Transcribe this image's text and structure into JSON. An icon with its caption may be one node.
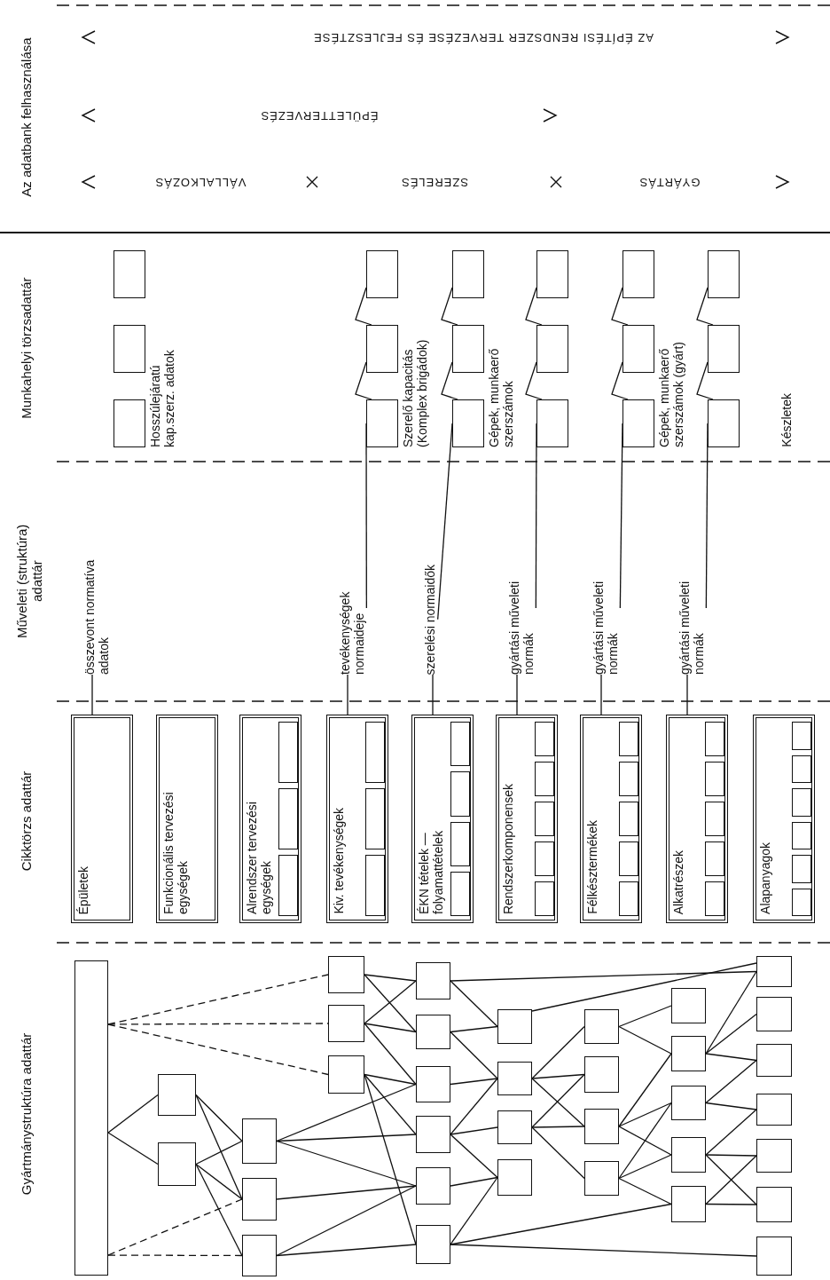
{
  "diagram": {
    "nodes": [
      {
        "text": [],
        "shape": "box"
      },
      {
        "text": [],
        "shape": "box"
      },
      {
        "text": [],
        "shape": "box"
      },
      {
        "text": [],
        "shape": "box"
      },
      {
        "text": [],
        "shape": "box"
      },
      {
        "text": [],
        "shape": "box"
      },
      {
        "text": [],
        "shape": "box"
      },
      {
        "text": [],
        "shape": "box"
      },
      {
        "text": [],
        "shape": "box"
      },
      {
        "text": [],
        "shape": "box"
      },
      {
        "text": [],
        "shape": "box"
      },
      {
        "text": [],
        "shape": "box"
      },
      {
        "text": [],
        "shape": "box"
      },
      {
        "text": [],
        "shape": "box"
      },
      {
        "text": [],
        "shape": "box"
      },
      {
        "text": [],
        "shape": "box"
      },
      {
        "text": [],
        "shape": "box"
      },
      {
        "text": [],
        "shape": "box"
      },
      {
        "text": [],
        "shape": "box"
      },
      {
        "text": [],
        "shape": "box"
      },
      {
        "text": [],
        "shape": "box"
      },
      {
        "text": [],
        "shape": "box"
      },
      {
        "text": [],
        "shape": "box"
      },
      {
        "text": [],
        "shape": "box"
      },
      {
        "text": [],
        "shape": "box"
      },
      {
        "text": [],
        "shape": "box"
      },
      {
        "text": [],
        "shape": "box"
      },
      {
        "text": [],
        "shape": "box"
      },
      {
        "text": [],
        "shape": "box"
      },
      {
        "text": [],
        "shape": "box"
      },
      {
        "text": [],
        "shape": "box"
      },
      {
        "text": [],
        "shape": "box"
      },
      {
        "text": [],
        "shape": "box"
      },
      {
        "text": [],
        "shape": "box"
      },
      {
        "text": [],
        "shape": "box"
      },
      {
        "text": [
          "Épületek"
        ]
      },
      {
        "text": [
          "Funkcionális tervezési egységek"
        ]
      },
      {
        "text": [
          "Alrendszer tervezési egységek"
        ]
      },
      {
        "text": [],
        "shape": "box",
        "in": 37
      },
      {
        "text": [],
        "shape": "box",
        "in": 37
      },
      {
        "text": [],
        "shape": "box",
        "in": 37
      },
      {
        "text": [
          "Kiv. tevékenységek"
        ]
      },
      {
        "text": [],
        "shape": "box",
        "in": 41
      },
      {
        "text": [],
        "shape": "box",
        "in": 41
      },
      {
        "text": [],
        "shape": "box",
        "in": 41
      },
      {
        "text": [
          "ÉKN tételek — folyamattételek"
        ]
      },
      {
        "text": [],
        "shape": "box",
        "in": 45
      },
      {
        "text": [],
        "shape": "box",
        "in": 45
      },
      {
        "text": [],
        "shape": "box",
        "in": 45
      },
      {
        "text": [],
        "shape": "box",
        "in": 45
      },
      {
        "text": [
          "Rendszerkomponensek"
        ]
      },
      {
        "text": [],
        "shape": "box",
        "in": 50
      },
      {
        "text": [],
        "shape": "box",
        "in": 50
      },
      {
        "text": [],
        "shape": "box",
        "in": 50
      },
      {
        "text": [],
        "shape": "box",
        "in": 50
      },
      {
        "text": [],
        "shape": "box",
        "in": 50
      },
      {
        "text": [
          "Félkésztermékek"
        ]
      },
      {
        "text": [],
        "shape": "box",
        "in": 56
      },
      {
        "text": [],
        "shape": "box",
        "in": 56
      },
      {
        "text": [],
        "shape": "box",
        "in": 56
      },
      {
        "text": [],
        "shape": "box",
        "in": 56
      },
      {
        "text": [],
        "shape": "box",
        "in": 56
      },
      {
        "text": [
          "Alkatrészek"
        ]
      },
      {
        "text": [],
        "shape": "box",
        "in": 62
      },
      {
        "text": [],
        "shape": "box",
        "in": 62
      },
      {
        "text": [],
        "shape": "box",
        "in": 62
      },
      {
        "text": [],
        "shape": "box",
        "in": 62
      },
      {
        "text": [],
        "shape": "box",
        "in": 62
      },
      {
        "text": [
          "Alapanyagok"
        ]
      },
      {
        "text": [],
        "shape": "box",
        "in": 68
      },
      {
        "text": [],
        "shape": "box",
        "in": 68
      },
      {
        "text": [],
        "shape": "box",
        "in": 68
      },
      {
        "text": [],
        "shape": "box",
        "in": 68
      },
      {
        "text": [],
        "shape": "box",
        "in": 68
      },
      {
        "text": [],
        "shape": "box",
        "in": 68
      },
      {
        "text": [
          "összevont normatíva adatok"
        ]
      },
      {
        "text": [
          "tevékenységek normaideje"
        ]
      },
      {
        "text": [
          "szerelési normaidők"
        ]
      },
      {
        "text": [
          "gyártási műveleti normák"
        ]
      },
      {
        "text": [
          "gyártási műveleti normák"
        ]
      },
      {
        "text": [
          "gyártási műveleti normák"
        ]
      },
      {
        "text": [],
        "shape": "box"
      },
      {
        "text": [],
        "shape": "box"
      },
      {
        "text": [],
        "shape": "box"
      },
      {
        "text": [],
        "shape": "box"
      },
      {
        "text": [],
        "shape": "box"
      },
      {
        "text": [],
        "shape": "box"
      },
      {
        "text": [],
        "shape": "box"
      },
      {
        "text": [],
        "shape": "box"
      },
      {
        "text": [],
        "shape": "box"
      },
      {
        "text": [],
        "shape": "box"
      },
      {
        "text": [],
        "shape": "box"
      },
      {
        "text": [],
        "shape": "box"
      },
      {
        "text": [],
        "shape": "box"
      },
      {
        "text": [],
        "shape": "box"
      },
      {
        "text": [],
        "shape": "box"
      },
      {
        "text": [],
        "shape": "box"
      },
      {
        "text": [],
        "shape": "box"
      },
      {
        "text": [],
        "shape": "box"
      }
    ],
    "edges": [
      {
        "from": 0,
        "to": 6,
        "arrow": "none",
        "style": "dashed"
      },
      {
        "from": 0,
        "to": 7,
        "arrow": "none",
        "style": "dashed"
      },
      {
        "from": 0,
        "to": 8,
        "arrow": "none",
        "style": "dashed"
      },
      {
        "from": 0,
        "to": 1,
        "arrow": "none"
      },
      {
        "from": 0,
        "to": 2,
        "arrow": "none"
      },
      {
        "from": 0,
        "to": 4,
        "arrow": "none",
        "style": "dashed"
      },
      {
        "from": 0,
        "to": 5,
        "arrow": "none",
        "style": "dashed"
      },
      {
        "from": 1,
        "to": 3,
        "arrow": "none"
      },
      {
        "from": 1,
        "to": 4,
        "arrow": "none"
      },
      {
        "from": 2,
        "to": 3,
        "arrow": "none"
      },
      {
        "from": 2,
        "to": 4,
        "arrow": "none"
      },
      {
        "from": 2,
        "to": 5,
        "arrow": "none"
      },
      {
        "from": 3,
        "to": 11,
        "arrow": "none"
      },
      {
        "from": 3,
        "to": 12,
        "arrow": "none"
      },
      {
        "from": 3,
        "to": 13,
        "arrow": "none"
      },
      {
        "from": 4,
        "to": 13,
        "arrow": "none"
      },
      {
        "from": 5,
        "to": 13,
        "arrow": "none"
      },
      {
        "from": 5,
        "to": 14,
        "arrow": "none"
      },
      {
        "from": 6,
        "to": 9,
        "arrow": "none"
      },
      {
        "from": 6,
        "to": 10,
        "arrow": "none"
      },
      {
        "from": 7,
        "to": 9,
        "arrow": "none"
      },
      {
        "from": 7,
        "to": 10,
        "arrow": "none"
      },
      {
        "from": 7,
        "to": 11,
        "arrow": "none"
      },
      {
        "from": 8,
        "to": 11,
        "arrow": "none"
      },
      {
        "from": 8,
        "to": 12,
        "arrow": "none"
      },
      {
        "from": 8,
        "to": 14,
        "arrow": "none"
      },
      {
        "from": 9,
        "to": 15,
        "arrow": "none"
      },
      {
        "from": 9,
        "to": 28,
        "arrow": "none"
      },
      {
        "from": 10,
        "to": 15,
        "arrow": "none"
      },
      {
        "from": 10,
        "to": 16,
        "arrow": "none"
      },
      {
        "from": 11,
        "to": 16,
        "arrow": "none"
      },
      {
        "from": 12,
        "to": 16,
        "arrow": "none"
      },
      {
        "from": 12,
        "to": 17,
        "arrow": "none"
      },
      {
        "from": 12,
        "to": 18,
        "arrow": "none"
      },
      {
        "from": 13,
        "to": 18,
        "arrow": "none"
      },
      {
        "from": 14,
        "to": 18,
        "arrow": "none"
      },
      {
        "from": 14,
        "to": 27,
        "arrow": "none"
      },
      {
        "from": 14,
        "to": 34,
        "arrow": "none"
      },
      {
        "from": 15,
        "to": 28,
        "arrow": "none"
      },
      {
        "from": 16,
        "to": 19,
        "arrow": "none"
      },
      {
        "from": 16,
        "to": 20,
        "arrow": "none"
      },
      {
        "from": 16,
        "to": 21,
        "arrow": "none"
      },
      {
        "from": 17,
        "to": 20,
        "arrow": "none"
      },
      {
        "from": 17,
        "to": 21,
        "arrow": "none"
      },
      {
        "from": 17,
        "to": 22,
        "arrow": "none"
      },
      {
        "from": 19,
        "to": 23,
        "arrow": "none"
      },
      {
        "from": 19,
        "to": 24,
        "arrow": "none"
      },
      {
        "from": 21,
        "to": 24,
        "arrow": "none"
      },
      {
        "from": 21,
        "to": 25,
        "arrow": "none"
      },
      {
        "from": 21,
        "to": 26,
        "arrow": "none"
      },
      {
        "from": 22,
        "to": 25,
        "arrow": "none"
      },
      {
        "from": 22,
        "to": 26,
        "arrow": "none"
      },
      {
        "from": 22,
        "to": 27,
        "arrow": "none"
      },
      {
        "from": 24,
        "to": 28,
        "arrow": "none"
      },
      {
        "from": 24,
        "to": 29,
        "arrow": "none"
      },
      {
        "from": 24,
        "to": 30,
        "arrow": "none"
      },
      {
        "from": 25,
        "to": 30,
        "arrow": "none"
      },
      {
        "from": 25,
        "to": 31,
        "arrow": "none"
      },
      {
        "from": 26,
        "to": 31,
        "arrow": "none"
      },
      {
        "from": 26,
        "to": 32,
        "arrow": "none"
      },
      {
        "from": 26,
        "to": 33,
        "arrow": "none"
      },
      {
        "from": 27,
        "to": 32,
        "arrow": "none"
      },
      {
        "from": 27,
        "to": 33,
        "arrow": "none"
      },
      {
        "from": 75,
        "to": 35,
        "arrow": "none"
      },
      {
        "from": 76,
        "to": 41,
        "arrow": "none"
      },
      {
        "from": 77,
        "to": 45,
        "arrow": "none"
      },
      {
        "from": 78,
        "to": 50,
        "arrow": "none"
      },
      {
        "from": 79,
        "to": 56,
        "arrow": "none"
      },
      {
        "from": 80,
        "to": 62,
        "arrow": "none"
      },
      {
        "from": 76,
        "to": 86,
        "arrow": "none"
      },
      {
        "from": 86,
        "to": 85,
        "arrow": "none"
      },
      {
        "from": 85,
        "to": 84,
        "arrow": "none"
      },
      {
        "from": 77,
        "to": 89,
        "arrow": "none"
      },
      {
        "from": 89,
        "to": 88,
        "arrow": "none"
      },
      {
        "from": 88,
        "to": 87,
        "arrow": "none"
      },
      {
        "from": 78,
        "to": 92,
        "arrow": "none"
      },
      {
        "from": 92,
        "to": 91,
        "arrow": "none"
      },
      {
        "from": 91,
        "to": 90,
        "arrow": "none"
      },
      {
        "from": 79,
        "to": 95,
        "arrow": "none"
      },
      {
        "from": 95,
        "to": 94,
        "arrow": "none"
      },
      {
        "from": 94,
        "to": 93,
        "arrow": "none"
      },
      {
        "from": 80,
        "to": 98,
        "arrow": "none"
      },
      {
        "from": 98,
        "to": 97,
        "arrow": "none"
      },
      {
        "from": 97,
        "to": 96,
        "arrow": "none"
      }
    ],
    "labels": [
      "Gyártmánystruktúra adattár",
      "Cikktörzs adattár",
      "Műveleti (struktúra) adattár",
      "Munkahelyi törzsadattár",
      "Az adatbank felhasználása",
      "Hosszúlejáratú kap.szerz. adatok",
      "Szerelő kapacitás (Komplex brigádok)",
      "Gépek, munkaerő szerszámok",
      "Gépek, munkaerő szerszámok (gyárt)",
      "Készletek",
      "AZ ÉPÍTÉSI RENDSZER TERVEZÉSE ÉS FEJLESZTÉSE",
      "ÉPÜLETTERVEZÉS",
      "VÁLLALKOZÁS",
      "SZERELÉS",
      "GYÁRTÁS"
    ]
  }
}
